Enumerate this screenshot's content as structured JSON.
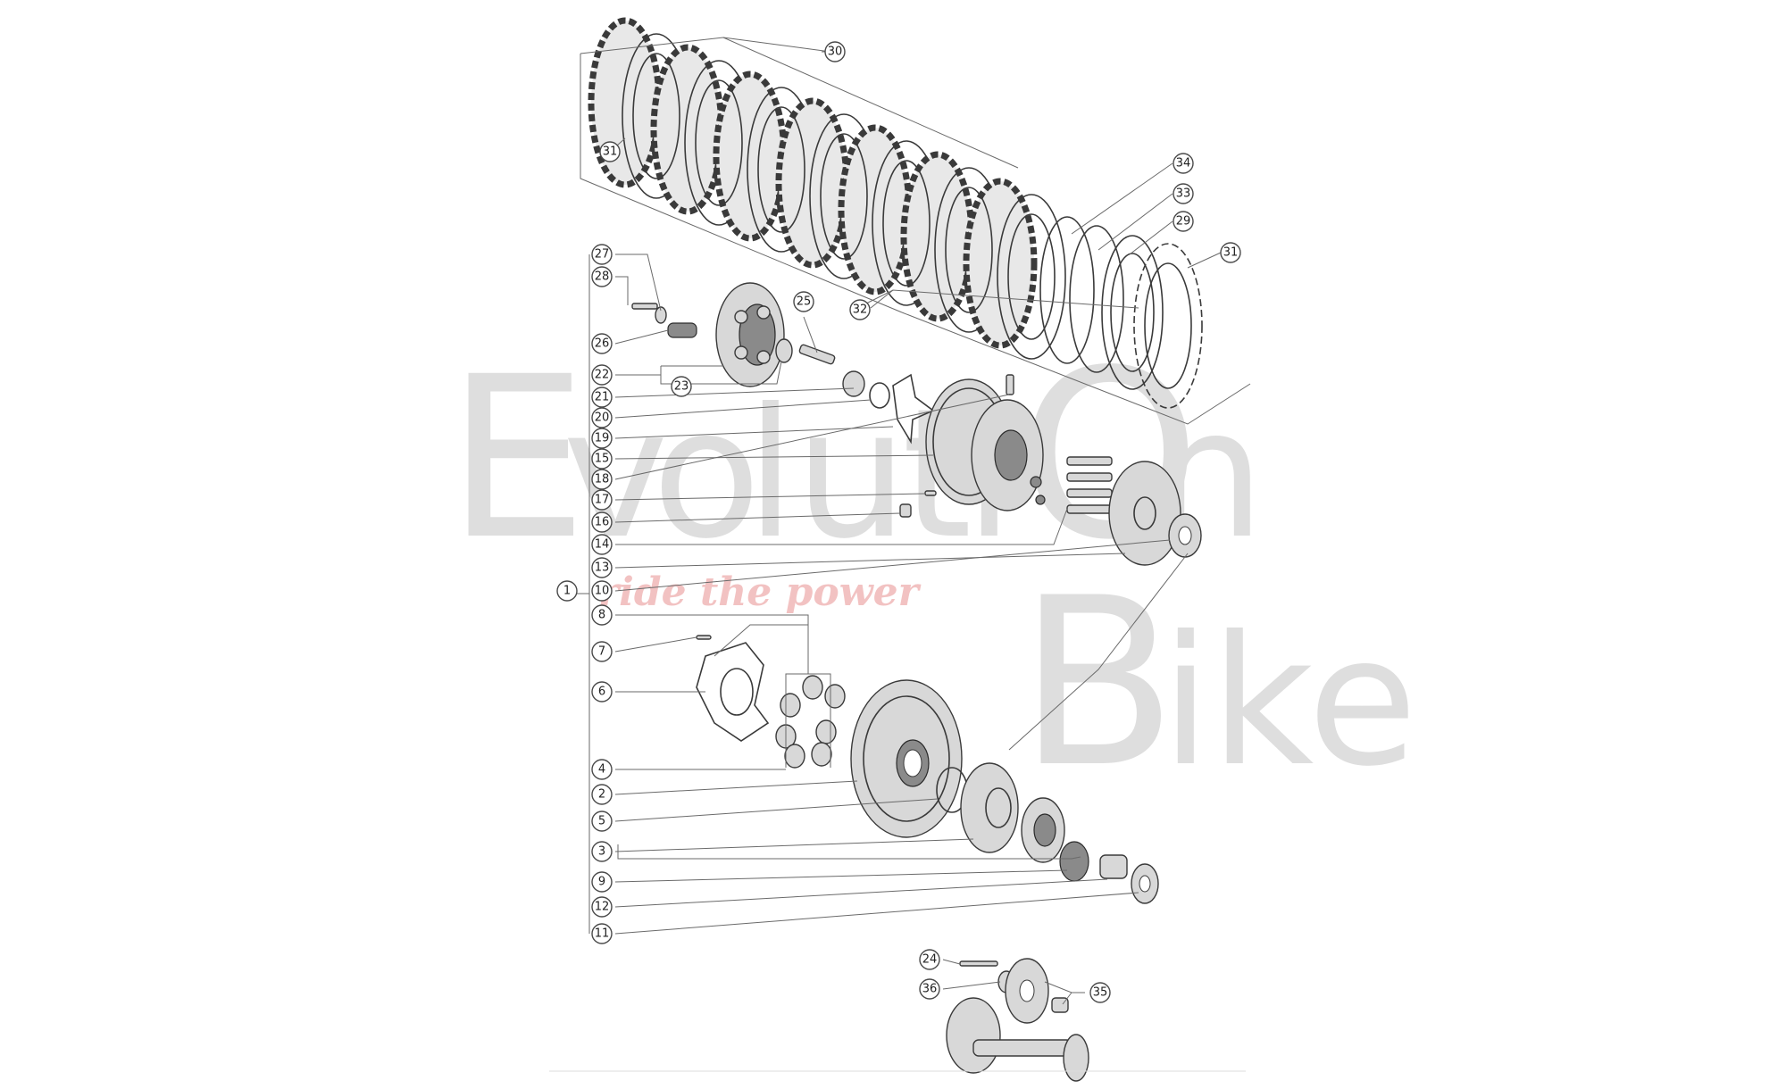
{
  "callouts": {
    "c30": "30",
    "c31a": "31",
    "c34": "34",
    "c33": "33",
    "c29": "29",
    "c31b": "31",
    "c32": "32",
    "c25": "25",
    "c23": "23",
    "c27": "27",
    "c28": "28",
    "c26": "26",
    "c22": "22",
    "c21": "21",
    "c20": "20",
    "c19": "19",
    "c15": "15",
    "c18": "18",
    "c17": "17",
    "c16": "16",
    "c14": "14",
    "c13": "13",
    "c10": "10",
    "c1": "1",
    "c8": "8",
    "c7": "7",
    "c6": "6",
    "c4": "4",
    "c2": "2",
    "c5": "5",
    "c3": "3",
    "c9": "9",
    "c12": "12",
    "c11": "11",
    "c24": "24",
    "c36": "36",
    "c35": "35"
  },
  "watermark": {
    "brand_letters": [
      "E",
      "v",
      "o",
      "l",
      "u",
      "t",
      "i",
      "O",
      "n"
    ],
    "brand_second_word": "ike",
    "brand_big_b": "B",
    "tagline": "ride the power"
  }
}
